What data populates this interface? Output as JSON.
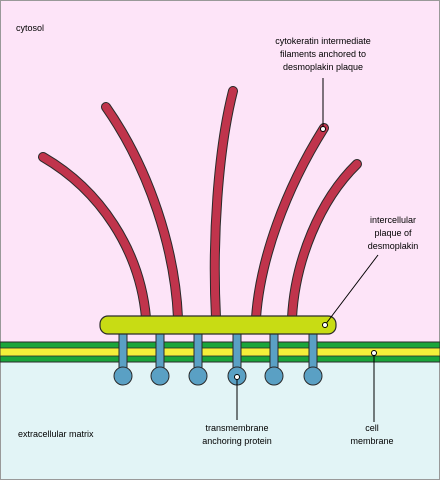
{
  "regions": {
    "cytosol": "cytosol",
    "extracellular": "extracellular matrix"
  },
  "labels": {
    "filaments": [
      "cytokeratin intermediate",
      "filaments anchored to",
      "desmoplakin plaque"
    ],
    "plaque": [
      "intercellular",
      "plaque of",
      "desmoplakin"
    ],
    "protein": [
      "transmembrane",
      "anchoring protein"
    ],
    "membrane": [
      "cell",
      "membrane"
    ]
  },
  "colors": {
    "cytosol_bg": "#fde4f8",
    "extracellular_bg": "#e2f4f6",
    "filament": "#c0344c",
    "plaque": "#c8dc14",
    "membrane_green": "#1aa53a",
    "membrane_yellow": "#f4f03a",
    "protein": "#5aa0c4",
    "outline": "#2a2a2a"
  }
}
